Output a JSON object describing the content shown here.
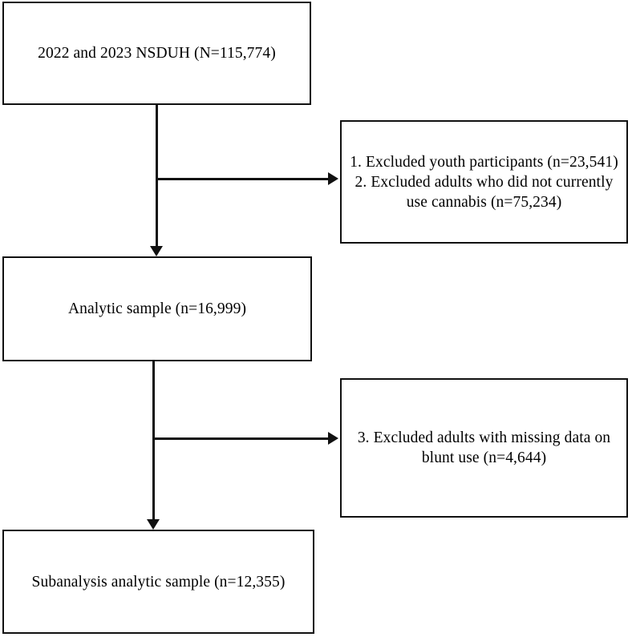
{
  "diagram": {
    "type": "participant-flow-diagram",
    "title": "",
    "nodes": [
      {
        "id": "source",
        "role": "data-source",
        "text": "2022 and 2023 NSDUH (N=115,774)",
        "n_label": "N=115,774",
        "count": 115774
      },
      {
        "id": "exclusion-1",
        "role": "exclusion",
        "text": "1. Excluded youth participants (n=23,541)\n2. Excluded adults who did not currently\nuse cannabis (n=75,234)",
        "items": [
          {
            "number": "1.",
            "reason": "Excluded youth participants",
            "n_label": "n=23,541",
            "count": 23541
          },
          {
            "number": "2.",
            "reason": "Excluded adults who did not currently use cannabis",
            "n_label": "n=75,234",
            "count": 75234
          }
        ]
      },
      {
        "id": "analytic",
        "role": "sample",
        "text": "Analytic sample (n=16,999)",
        "n_label": "n=16,999",
        "count": 16999
      },
      {
        "id": "exclusion-2",
        "role": "exclusion",
        "text": "3. Excluded adults with missing data on\nblunt use (n=4,644)",
        "items": [
          {
            "number": "3.",
            "reason": "Excluded adults with missing data on blunt use",
            "n_label": "n=4,644",
            "count": 4644
          }
        ]
      },
      {
        "id": "subanalysis",
        "role": "sample",
        "text": "Subanalysis analytic sample  (n=12,355)",
        "n_label": "n=12,355",
        "count": 12355
      }
    ],
    "edges": [
      {
        "from": "source",
        "to": "analytic",
        "kind": "down"
      },
      {
        "from": "source",
        "to": "exclusion-1",
        "kind": "right"
      },
      {
        "from": "analytic",
        "to": "subanalysis",
        "kind": "down"
      },
      {
        "from": "analytic",
        "to": "exclusion-2",
        "kind": "right"
      }
    ],
    "colors": {
      "stroke": "#111111",
      "fill": "#ffffff",
      "text": "#000000"
    }
  }
}
